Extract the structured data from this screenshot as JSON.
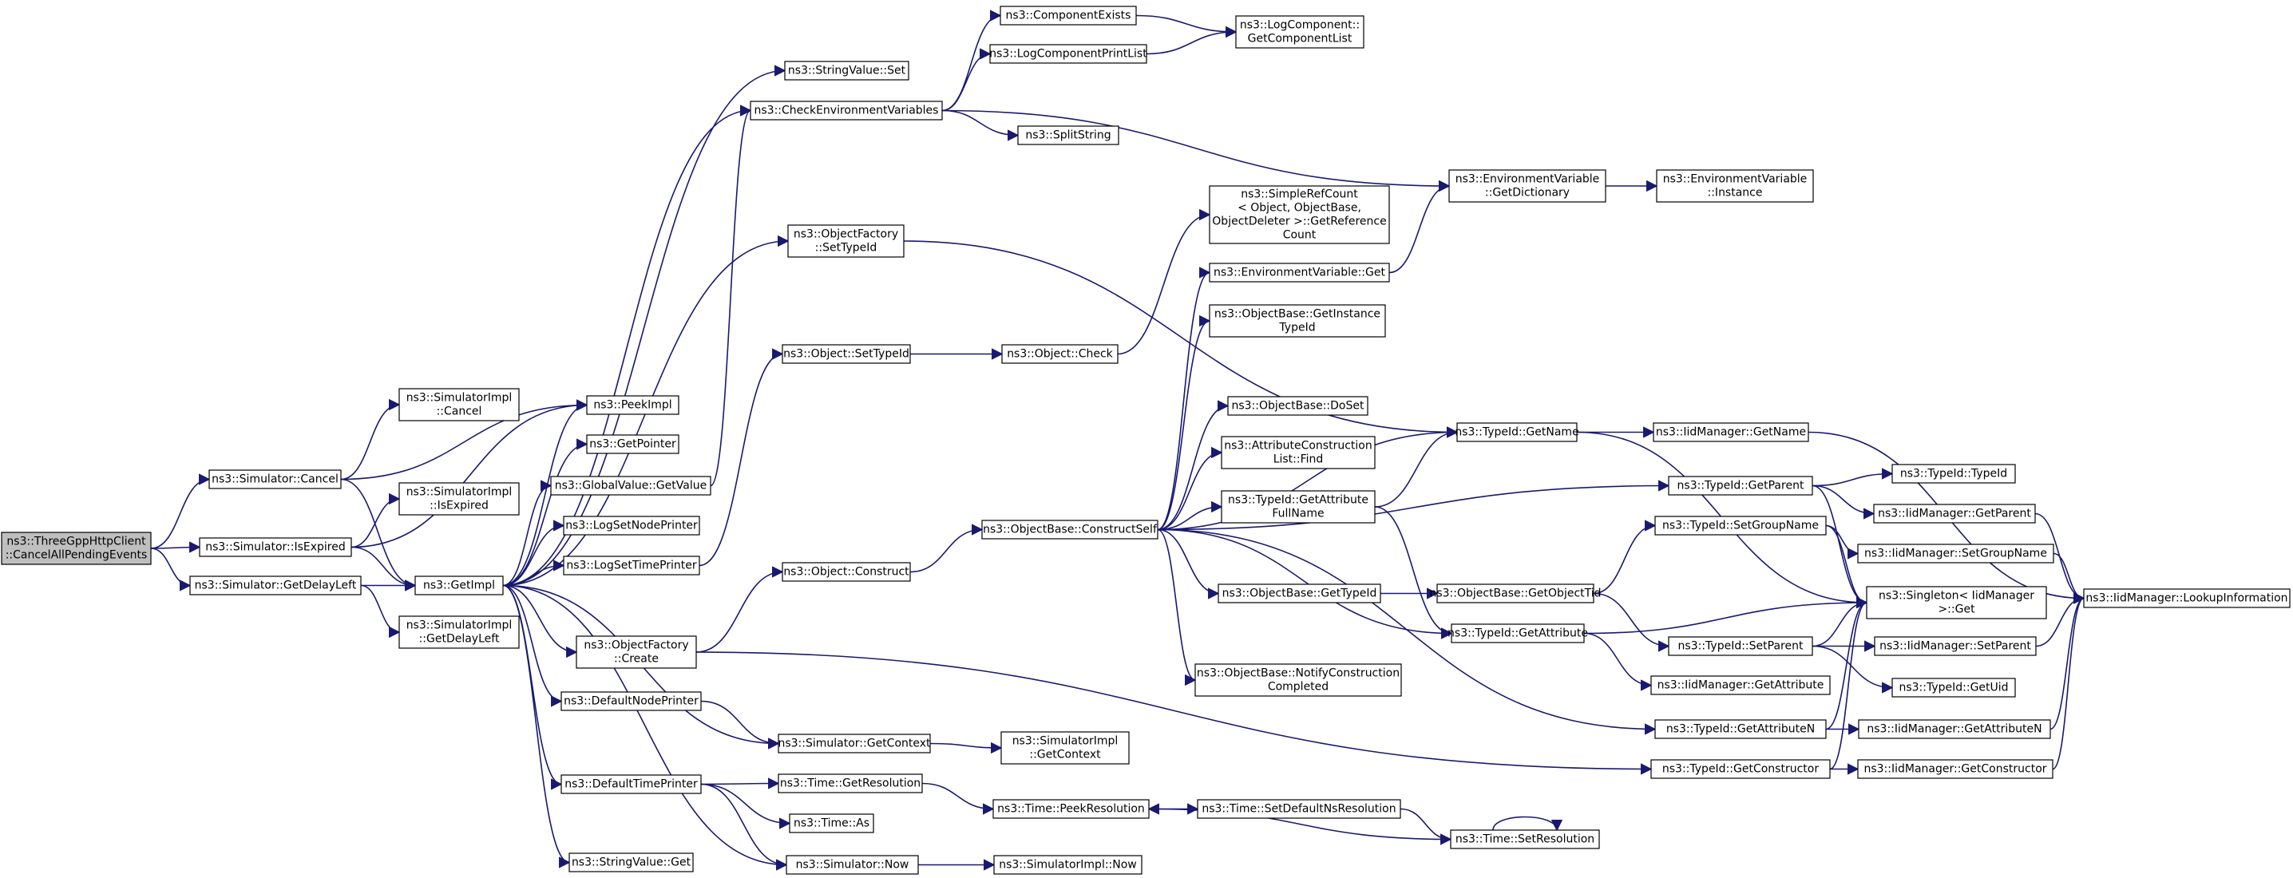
{
  "graph": {
    "nodes": [
      {
        "id": "root",
        "lines": [
          "ns3::ThreeGppHttpClient",
          "::CancelAllPendingEvents"
        ],
        "root": true
      },
      {
        "id": "cancel",
        "lines": [
          "ns3::Simulator::Cancel"
        ]
      },
      {
        "id": "isexpired",
        "lines": [
          "ns3::Simulator::IsExpired"
        ]
      },
      {
        "id": "getdelayleft",
        "lines": [
          "ns3::Simulator::GetDelayLeft"
        ]
      },
      {
        "id": "simimplcancel",
        "lines": [
          "ns3::SimulatorImpl",
          "::Cancel"
        ]
      },
      {
        "id": "simimplisexpired",
        "lines": [
          "ns3::SimulatorImpl",
          "::IsExpired"
        ]
      },
      {
        "id": "simimplgetdelay",
        "lines": [
          "ns3::SimulatorImpl",
          "::GetDelayLeft"
        ]
      },
      {
        "id": "getimpl",
        "lines": [
          "ns3::GetImpl"
        ]
      },
      {
        "id": "peekimpl",
        "lines": [
          "ns3::PeekImpl"
        ]
      },
      {
        "id": "getpointer",
        "lines": [
          "ns3::GetPointer"
        ]
      },
      {
        "id": "globalvalue",
        "lines": [
          "ns3::GlobalValue::GetValue"
        ]
      },
      {
        "id": "logsetnode",
        "lines": [
          "ns3::LogSetNodePrinter"
        ]
      },
      {
        "id": "logsettime",
        "lines": [
          "ns3::LogSetTimePrinter"
        ]
      },
      {
        "id": "objfactorycreate",
        "lines": [
          "ns3::ObjectFactory",
          "::Create"
        ]
      },
      {
        "id": "defaultnode",
        "lines": [
          "ns3::DefaultNodePrinter"
        ]
      },
      {
        "id": "defaulttime",
        "lines": [
          "ns3::DefaultTimePrinter"
        ]
      },
      {
        "id": "stringvalueget",
        "lines": [
          "ns3::StringValue::Get"
        ]
      },
      {
        "id": "stringvalueset",
        "lines": [
          "ns3::StringValue::Set"
        ]
      },
      {
        "id": "checkenv",
        "lines": [
          "ns3::CheckEnvironmentVariables"
        ]
      },
      {
        "id": "compexists",
        "lines": [
          "ns3::ComponentExists"
        ]
      },
      {
        "id": "logcompprint",
        "lines": [
          "ns3::LogComponentPrintList"
        ]
      },
      {
        "id": "logcomplist",
        "lines": [
          "ns3::LogComponent::",
          "GetComponentList"
        ]
      },
      {
        "id": "splitstring",
        "lines": [
          "ns3::SplitString"
        ]
      },
      {
        "id": "objfactorysettype",
        "lines": [
          "ns3::ObjectFactory",
          "::SetTypeId"
        ]
      },
      {
        "id": "objectsettype",
        "lines": [
          "ns3::Object::SetTypeId"
        ]
      },
      {
        "id": "objectcheck",
        "lines": [
          "ns3::Object::Check"
        ]
      },
      {
        "id": "objectconstruct",
        "lines": [
          "ns3::Object::Construct"
        ]
      },
      {
        "id": "constructself",
        "lines": [
          "ns3::ObjectBase::ConstructSelf"
        ]
      },
      {
        "id": "simplerefcount",
        "lines": [
          "ns3::SimpleRefCount",
          "< Object, ObjectBase,",
          "ObjectDeleter >::GetReference",
          "Count"
        ]
      },
      {
        "id": "envget",
        "lines": [
          "ns3::EnvironmentVariable::Get"
        ]
      },
      {
        "id": "getinstancetype",
        "lines": [
          "ns3::ObjectBase::GetInstance",
          "TypeId"
        ]
      },
      {
        "id": "doset",
        "lines": [
          "ns3::ObjectBase::DoSet"
        ]
      },
      {
        "id": "attrconstruct",
        "lines": [
          "ns3::AttributeConstruction",
          "List::Find"
        ]
      },
      {
        "id": "getattrfullname",
        "lines": [
          "ns3::TypeId::GetAttribute",
          "FullName"
        ]
      },
      {
        "id": "obgettypeid",
        "lines": [
          "ns3::ObjectBase::GetTypeId"
        ]
      },
      {
        "id": "notifyconstruct",
        "lines": [
          "ns3::ObjectBase::NotifyConstruction",
          "Completed"
        ]
      },
      {
        "id": "envdict",
        "lines": [
          "ns3::EnvironmentVariable",
          "::GetDictionary"
        ]
      },
      {
        "id": "envinstance",
        "lines": [
          "ns3::EnvironmentVariable",
          "::Instance"
        ]
      },
      {
        "id": "typeidgetname",
        "lines": [
          "ns3::TypeId::GetName"
        ]
      },
      {
        "id": "obgetobjecttid",
        "lines": [
          "ns3::ObjectBase::GetObjectTid"
        ]
      },
      {
        "id": "typeidgetattr",
        "lines": [
          "ns3::TypeId::GetAttribute"
        ]
      },
      {
        "id": "iidgetname",
        "lines": [
          "ns3::IidManager::GetName"
        ]
      },
      {
        "id": "typeidgetparent",
        "lines": [
          "ns3::TypeId::GetParent"
        ]
      },
      {
        "id": "typeidsetgroup",
        "lines": [
          "ns3::TypeId::SetGroupName"
        ]
      },
      {
        "id": "typeidsetparent",
        "lines": [
          "ns3::TypeId::SetParent"
        ]
      },
      {
        "id": "iidgetattr",
        "lines": [
          "ns3::IidManager::GetAttribute"
        ]
      },
      {
        "id": "typeidgetattrn",
        "lines": [
          "ns3::TypeId::GetAttributeN"
        ]
      },
      {
        "id": "typeidgetctor",
        "lines": [
          "ns3::TypeId::GetConstructor"
        ]
      },
      {
        "id": "typeidtypeid",
        "lines": [
          "ns3::TypeId::TypeId"
        ]
      },
      {
        "id": "iidgetparent",
        "lines": [
          "ns3::IidManager::GetParent"
        ]
      },
      {
        "id": "iidsetgroup",
        "lines": [
          "ns3::IidManager::SetGroupName"
        ]
      },
      {
        "id": "singleton",
        "lines": [
          "ns3::Singleton< IidManager",
          ">::Get"
        ]
      },
      {
        "id": "iidsetparent",
        "lines": [
          "ns3::IidManager::SetParent"
        ]
      },
      {
        "id": "typeidgetuid",
        "lines": [
          "ns3::TypeId::GetUid"
        ]
      },
      {
        "id": "iidgetattrn",
        "lines": [
          "ns3::IidManager::GetAttributeN"
        ]
      },
      {
        "id": "iidgetctor",
        "lines": [
          "ns3::IidManager::GetConstructor"
        ]
      },
      {
        "id": "iidlookup",
        "lines": [
          "ns3::IidManager::LookupInformation"
        ]
      },
      {
        "id": "simgetcontext",
        "lines": [
          "ns3::Simulator::GetContext"
        ]
      },
      {
        "id": "simimplgetcontext",
        "lines": [
          "ns3::SimulatorImpl",
          "::GetContext"
        ]
      },
      {
        "id": "timegetres",
        "lines": [
          "ns3::Time::GetResolution"
        ]
      },
      {
        "id": "timeas",
        "lines": [
          "ns3::Time::As"
        ]
      },
      {
        "id": "simnow",
        "lines": [
          "ns3::Simulator::Now"
        ]
      },
      {
        "id": "simimplnow",
        "lines": [
          "ns3::SimulatorImpl::Now"
        ]
      },
      {
        "id": "timepeekres",
        "lines": [
          "ns3::Time::PeekResolution"
        ]
      },
      {
        "id": "timesetdefault",
        "lines": [
          "ns3::Time::SetDefaultNsResolution"
        ]
      },
      {
        "id": "timesetres",
        "lines": [
          "ns3::Time::SetResolution"
        ]
      }
    ],
    "edges": [
      [
        "root",
        "cancel"
      ],
      [
        "root",
        "isexpired"
      ],
      [
        "root",
        "getdelayleft"
      ],
      [
        "cancel",
        "simimplcancel"
      ],
      [
        "cancel",
        "peekimpl"
      ],
      [
        "cancel",
        "getimpl"
      ],
      [
        "isexpired",
        "simimplisexpired"
      ],
      [
        "isexpired",
        "peekimpl"
      ],
      [
        "isexpired",
        "getimpl"
      ],
      [
        "getdelayleft",
        "getimpl"
      ],
      [
        "getdelayleft",
        "simimplgetdelay"
      ],
      [
        "getimpl",
        "peekimpl"
      ],
      [
        "getimpl",
        "getpointer"
      ],
      [
        "getimpl",
        "globalvalue"
      ],
      [
        "getimpl",
        "logsetnode"
      ],
      [
        "getimpl",
        "logsettime"
      ],
      [
        "getimpl",
        "objfactorycreate"
      ],
      [
        "getimpl",
        "defaultnode"
      ],
      [
        "getimpl",
        "defaulttime"
      ],
      [
        "getimpl",
        "stringvalueget"
      ],
      [
        "getimpl",
        "stringvalueset"
      ],
      [
        "getimpl",
        "checkenv"
      ],
      [
        "getimpl",
        "objfactorysettype"
      ],
      [
        "getimpl",
        "simgetcontext"
      ],
      [
        "getimpl",
        "simnow"
      ],
      [
        "globalvalue",
        "checkenv"
      ],
      [
        "logsettime",
        "objectsettype"
      ],
      [
        "checkenv",
        "compexists"
      ],
      [
        "checkenv",
        "logcompprint"
      ],
      [
        "checkenv",
        "splitstring"
      ],
      [
        "checkenv",
        "envdict"
      ],
      [
        "compexists",
        "logcomplist"
      ],
      [
        "logcompprint",
        "logcomplist"
      ],
      [
        "objfactorysettype",
        "typeidgetname"
      ],
      [
        "objfactorycreate",
        "objectconstruct"
      ],
      [
        "objfactorycreate",
        "typeidgetctor"
      ],
      [
        "objectsettype",
        "objectcheck"
      ],
      [
        "objectcheck",
        "simplerefcount"
      ],
      [
        "objectconstruct",
        "constructself"
      ],
      [
        "constructself",
        "envget"
      ],
      [
        "constructself",
        "getinstancetype"
      ],
      [
        "constructself",
        "doset"
      ],
      [
        "constructself",
        "attrconstruct"
      ],
      [
        "constructself",
        "getattrfullname"
      ],
      [
        "constructself",
        "obgettypeid"
      ],
      [
        "constructself",
        "notifyconstruct"
      ],
      [
        "constructself",
        "typeidgetname"
      ],
      [
        "constructself",
        "typeidgetparent"
      ],
      [
        "constructself",
        "typeidgetattr"
      ],
      [
        "constructself",
        "typeidgetattrn"
      ],
      [
        "envget",
        "envdict"
      ],
      [
        "envdict",
        "envinstance"
      ],
      [
        "getattrfullname",
        "typeidgetname"
      ],
      [
        "getattrfullname",
        "typeidgetattr"
      ],
      [
        "obgettypeid",
        "obgetobjecttid"
      ],
      [
        "obgetobjecttid",
        "typeidsetgroup"
      ],
      [
        "obgetobjecttid",
        "typeidsetparent"
      ],
      [
        "typeidgetname",
        "iidgetname"
      ],
      [
        "typeidgetname",
        "singleton"
      ],
      [
        "iidgetname",
        "iidlookup"
      ],
      [
        "typeidgetparent",
        "typeidtypeid"
      ],
      [
        "typeidgetparent",
        "iidgetparent"
      ],
      [
        "typeidgetparent",
        "singleton"
      ],
      [
        "typeidsetgroup",
        "iidsetgroup"
      ],
      [
        "typeidsetgroup",
        "singleton"
      ],
      [
        "typeidgetattr",
        "iidgetattr"
      ],
      [
        "typeidgetattr",
        "singleton"
      ],
      [
        "typeidsetparent",
        "iidsetparent"
      ],
      [
        "typeidsetparent",
        "typeidgetuid"
      ],
      [
        "typeidsetparent",
        "singleton"
      ],
      [
        "typeidgetattrn",
        "iidgetattrn"
      ],
      [
        "typeidgetattrn",
        "singleton"
      ],
      [
        "typeidgetctor",
        "iidgetctor"
      ],
      [
        "typeidgetctor",
        "singleton"
      ],
      [
        "iidgetparent",
        "iidlookup"
      ],
      [
        "iidsetgroup",
        "iidlookup"
      ],
      [
        "iidsetparent",
        "iidlookup"
      ],
      [
        "iidgetattrn",
        "iidlookup"
      ],
      [
        "iidgetctor",
        "iidlookup"
      ],
      [
        "defaultnode",
        "simgetcontext"
      ],
      [
        "simgetcontext",
        "simimplgetcontext"
      ],
      [
        "defaulttime",
        "timegetres"
      ],
      [
        "defaulttime",
        "timeas"
      ],
      [
        "defaulttime",
        "simnow"
      ],
      [
        "timegetres",
        "timepeekres"
      ],
      [
        "simnow",
        "simimplnow"
      ],
      [
        "timepeekres",
        "timesetdefault"
      ],
      [
        "timesetdefault",
        "timesetres"
      ],
      [
        "timesetres",
        "timepeekres"
      ],
      [
        "timesetres",
        "timesetres"
      ]
    ]
  }
}
